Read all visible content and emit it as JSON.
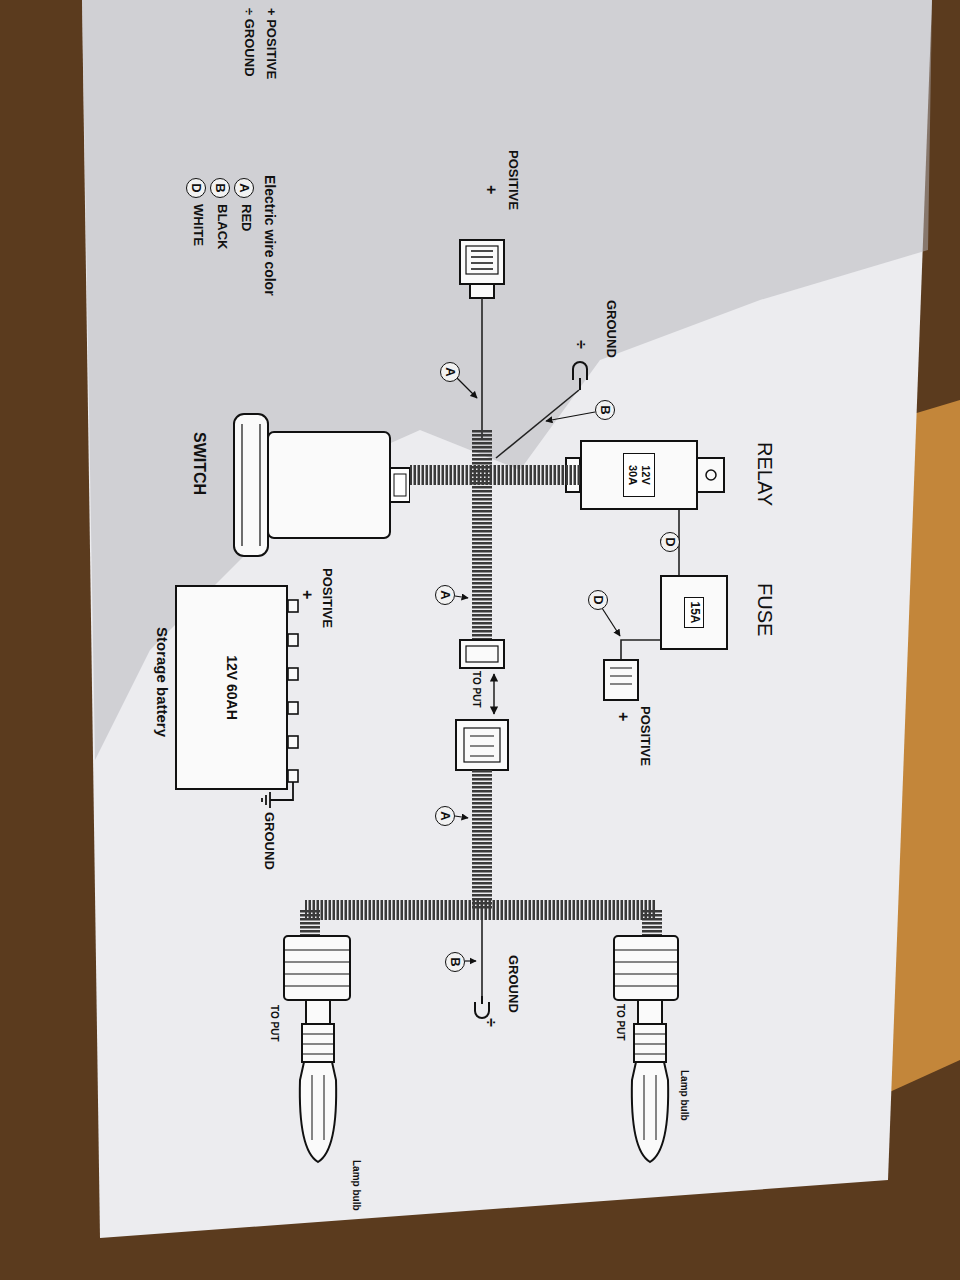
{
  "diagram": {
    "nodes": [
      {
        "text": [
          "RELAY",
          "12V 30A"
        ]
      },
      {
        "text": [
          "FUSE",
          "15A"
        ]
      },
      {
        "text": [
          "SWITCH"
        ]
      },
      {
        "text": [
          "12V 60AH",
          "Storage battery"
        ]
      }
    ],
    "edges": [
      {
        "from": 1,
        "to": 0,
        "arrow": "none"
      },
      {
        "from": 0,
        "to": 2,
        "arrow": "none"
      }
    ],
    "labels": [
      "+ POSITIVE",
      "÷ GROUND",
      "POSITIVE",
      "+",
      "GROUND",
      "÷",
      "A",
      "B",
      "D",
      "D",
      "A",
      "POSITIVE",
      "+",
      "TO PUT",
      "POSITIVE",
      "+",
      "GROUND",
      "A",
      "B",
      "GROUND",
      "÷",
      "TO PUT",
      "TO PUT",
      "Lamp bulb",
      "Lamp bulb",
      "Electric wire color",
      "A",
      "B",
      "D"
    ],
    "legend": [
      {
        "text": "RED"
      },
      {
        "text": "BLACK"
      },
      {
        "text": "WHITE"
      }
    ]
  }
}
